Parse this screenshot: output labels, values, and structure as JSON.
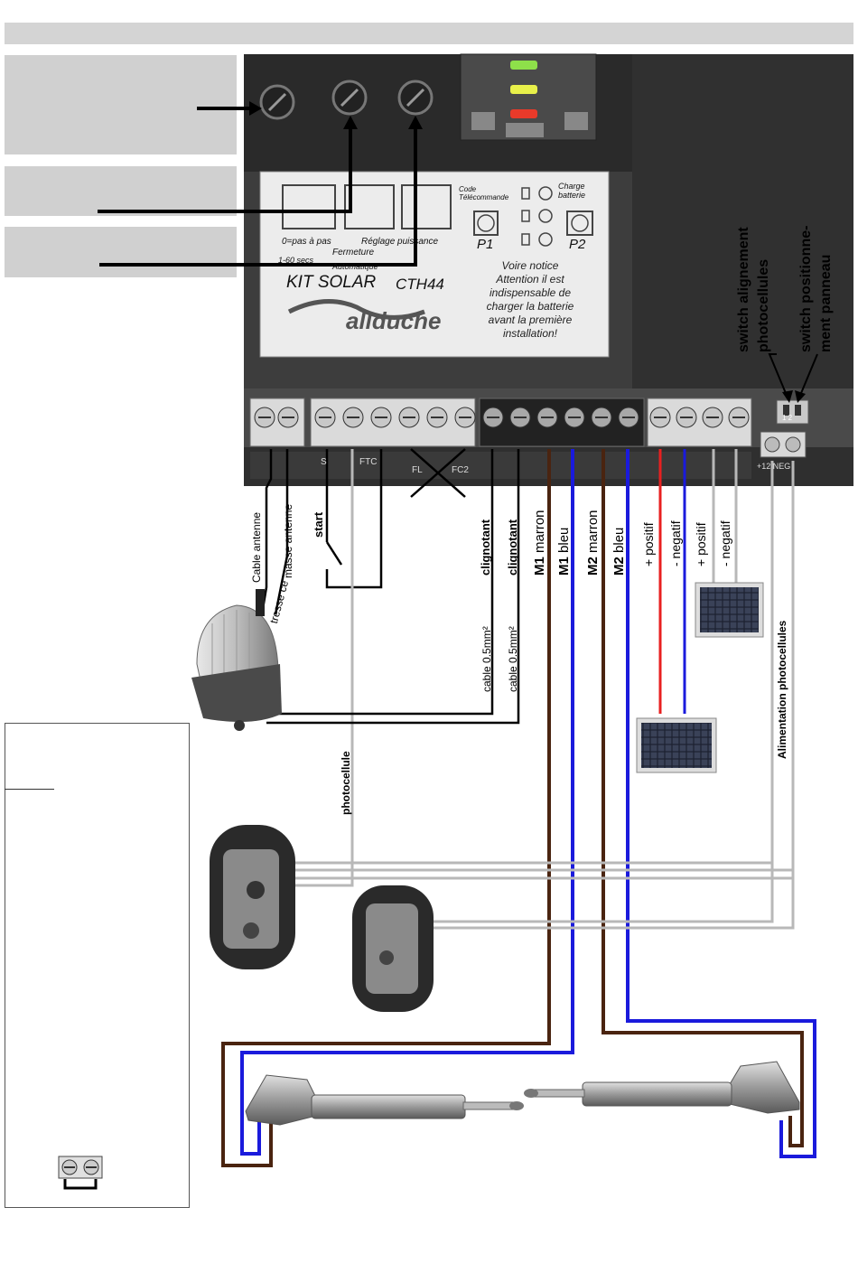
{
  "board": {
    "pot_labels": [
      "0=pas à pas",
      "Fermeture",
      "Réglage puissance",
      "1-60 secs",
      "Automatique"
    ],
    "remote_label": "Code Télécommande",
    "charge_label": "Charge batterie",
    "p1": "P1",
    "p2": "P2",
    "kit_name": "KIT SOLAR",
    "model": "CTH44",
    "brand": "allduche",
    "notice": [
      "Voire notice",
      "Attention il est",
      "indispensable de",
      "charger la batterie",
      "avant la première",
      "installation!"
    ],
    "terminal_labels": [
      "S",
      "FTC",
      "FL",
      "FC2"
    ],
    "supply_label": "+12 NEG",
    "switch_digits": "1 2"
  },
  "labels": {
    "switch_photo": [
      "switch alignement",
      "photocellules"
    ],
    "switch_panel": [
      "switch positionne-",
      "ment panneau"
    ],
    "cable_antenne": "Cable antenne",
    "tresse": "tresse ce",
    "masse_antenne": "masse antenne",
    "start": "start",
    "clignotant1": "clignotant",
    "clignotant2": "clignotant",
    "m1_marron_num": "M1",
    "m1_marron": "marron",
    "m1_bleu_num": "M1",
    "m1_bleu": "bleu",
    "m2_marron_num": "M2",
    "m2_marron": "marron",
    "m2_bleu_num": "M2",
    "m2_bleu": "bleu",
    "positif1": "+ positif",
    "negatif1": "- negatif",
    "positif2": "+ positif",
    "negatif2": "- negatif",
    "cable1": "cable 0.5mm²",
    "cable2": "cable 0.5mm²",
    "photocellule": "photocellule",
    "alimentation": "Alimentation photocellules"
  },
  "colors": {
    "brown": "#4a2410",
    "blue": "#1a1adc",
    "red": "#e82020",
    "gray_wire": "#b8b8b8",
    "black": "#000000",
    "board_bg": "#3a3a3a",
    "header_bar": "#d4d4d4",
    "side_box": "#d0d0d0"
  },
  "icons": [
    "flash-lamp-icon",
    "photocell-icon",
    "solar-panel-icon",
    "actuator-icon",
    "terminal-block-icon",
    "led-icon",
    "potentiometer-icon",
    "push-button-icon"
  ]
}
